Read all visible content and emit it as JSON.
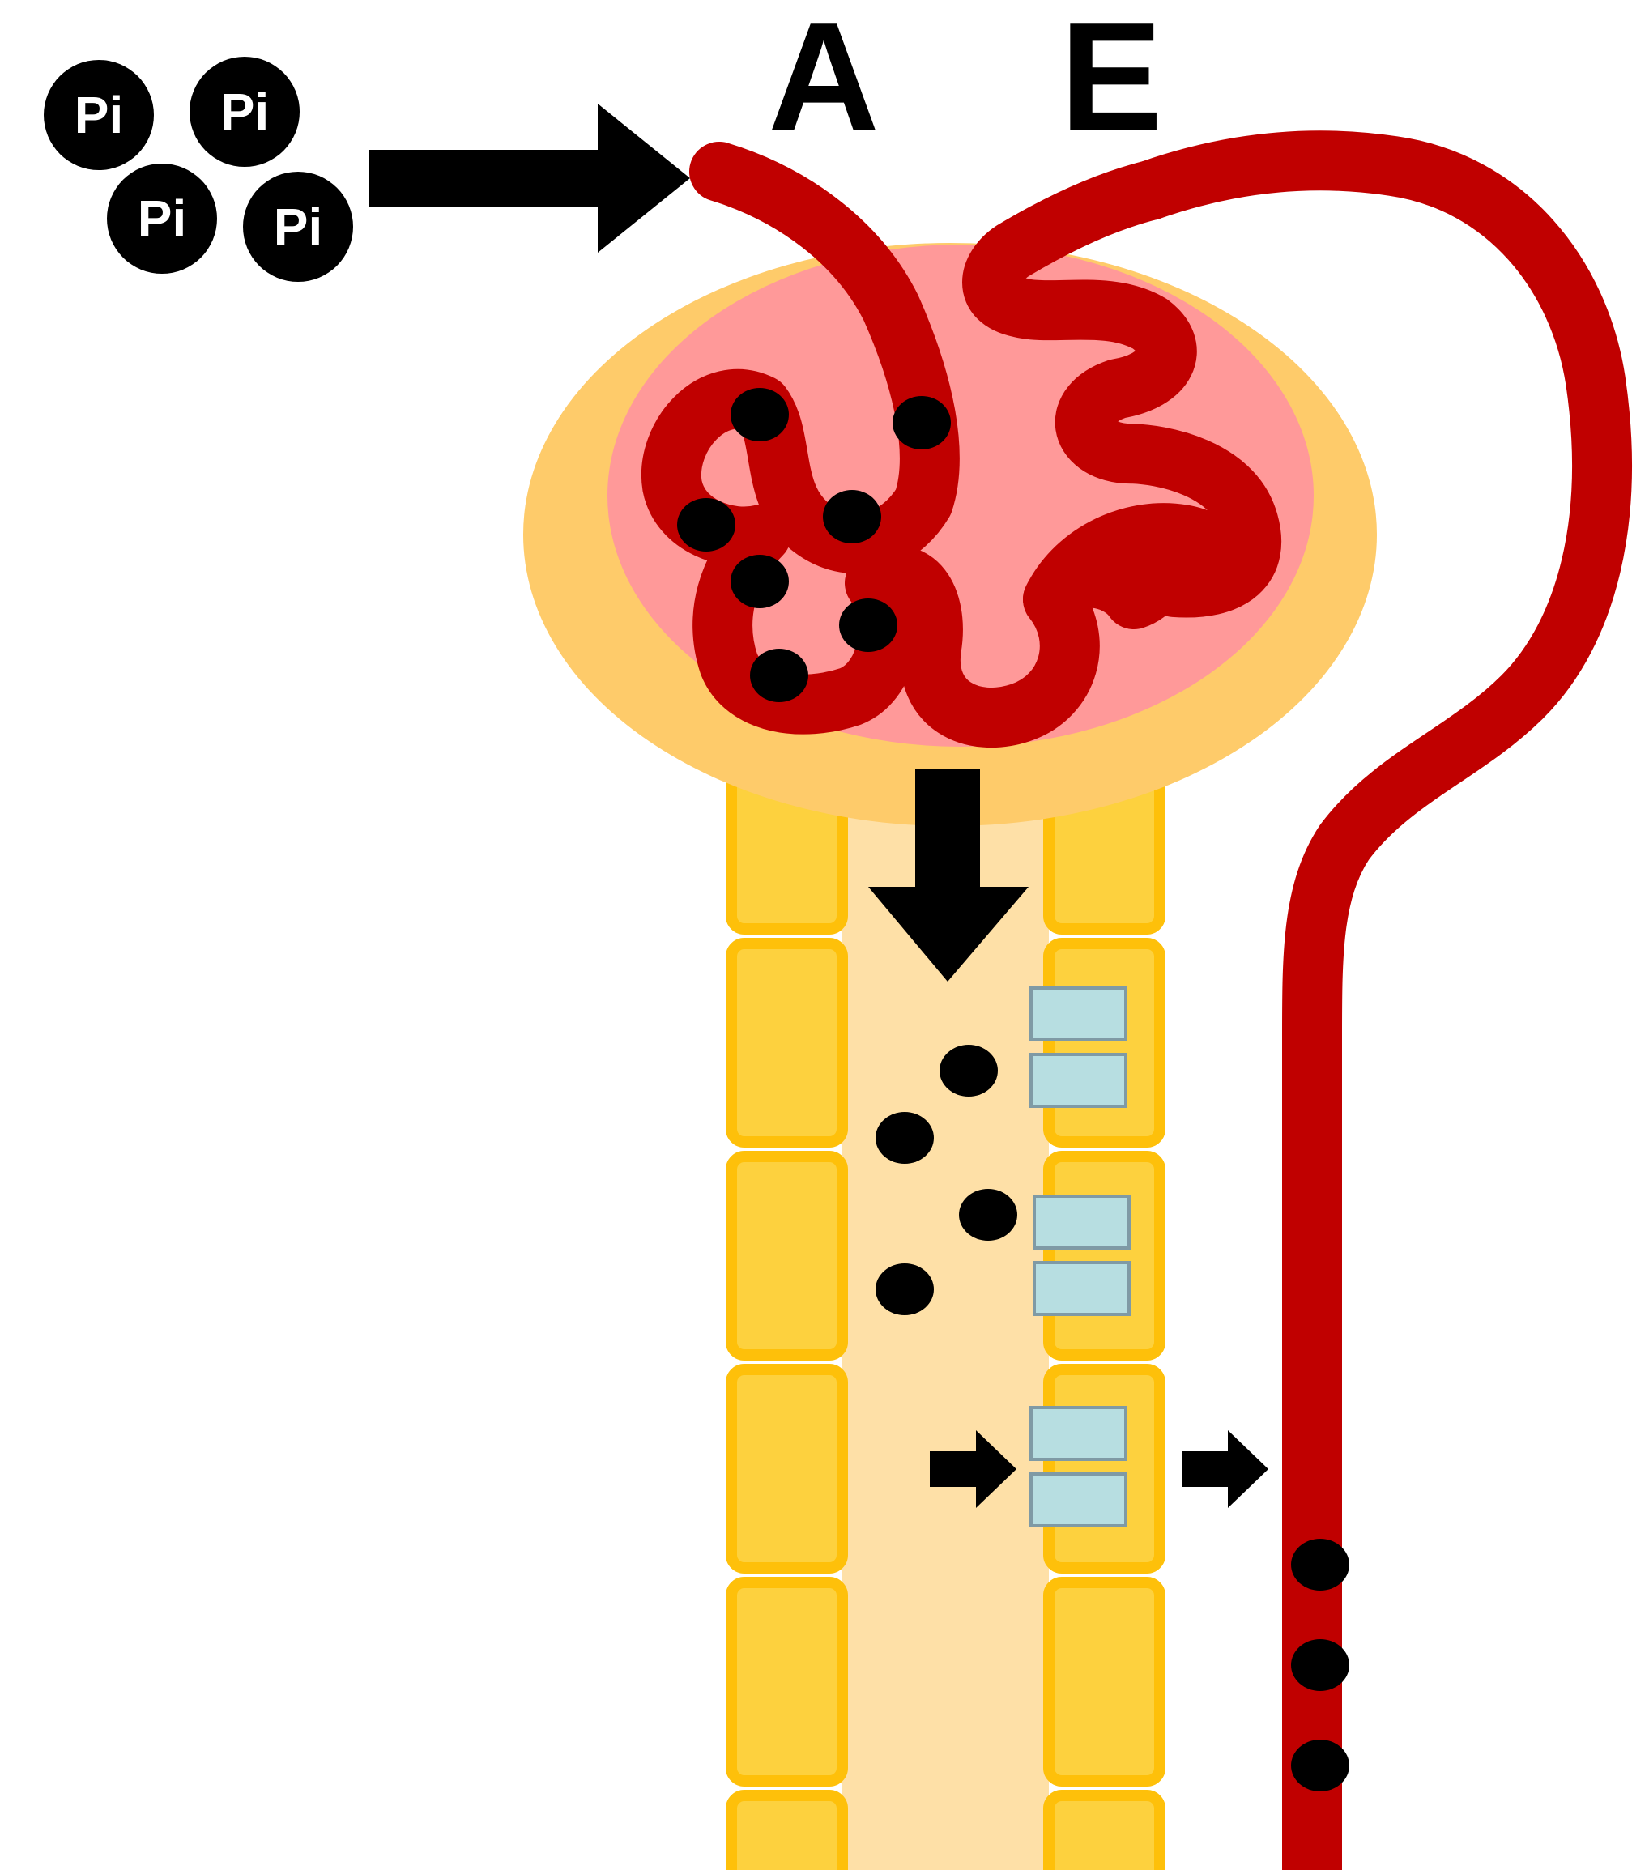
{
  "molecules": {
    "symbol": "Pi",
    "count": 4
  },
  "labels": {
    "afferent": "A",
    "efferent": "E"
  },
  "colors": {
    "vessel": "#c00000",
    "glomerulus": "#ff9999",
    "capsule": "#fecb6a",
    "tubule_cell": "#fdd13e",
    "tubule_cell_border": "#fec00a",
    "lumen": "#fee0a7",
    "transporter": "#b7dee1",
    "transporter_border": "#7f9aa5",
    "particle": "#000000"
  },
  "icons": {
    "inflow_arrow": "arrow-right-icon",
    "filtration_arrow": "arrow-down-icon",
    "transport_arrows": "arrow-right-icon",
    "phosphate_particle": "circle-icon"
  }
}
